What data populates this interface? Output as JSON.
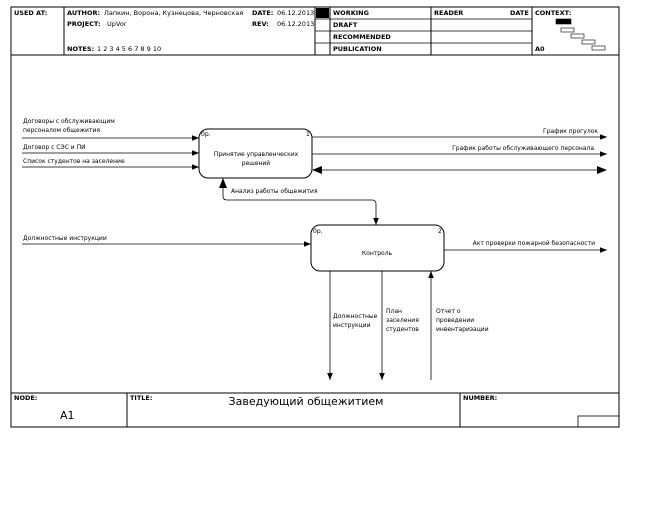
{
  "header": {
    "used_at_label": "USED AT:",
    "author_label": "AUTHOR:",
    "author": "Лапкин, Ворона, Кузнецова, Черновская",
    "project_label": "PROJECT:",
    "project": "UpVor",
    "notes_label": "NOTES:",
    "notes": "1 2 3 4 5 6 7 8 9 10",
    "date_label": "DATE:",
    "date": "06.12.2013",
    "rev_label": "REV:",
    "rev": "06.12.2013",
    "status": [
      "WORKING",
      "DRAFT",
      "RECOMMENDED",
      "PUBLICATION"
    ],
    "reader_label": "READER",
    "reader_date_label": "DATE",
    "context_label": "CONTEXT:",
    "context_node": "A0"
  },
  "footer": {
    "node_label": "NODE:",
    "node": "A1",
    "title_label": "TITLE:",
    "title": "Заведующий общежитием",
    "number_label": "NUMBER:"
  },
  "diagram": {
    "box1": {
      "cost_label": "0р.",
      "number": "1",
      "name_line1": "Принятие управленческих",
      "name_line2": "решений"
    },
    "box2": {
      "cost_label": "0р.",
      "number": "2",
      "name": "Контроль"
    },
    "inputs_box1": [
      {
        "line1": "Договоры с обслуживающим",
        "line2": "персоналом общежития"
      },
      {
        "line1": "Договор с СЭС и ПИ"
      },
      {
        "line1": "Список студентов на заселение"
      }
    ],
    "outputs_box1": [
      "График прогулок",
      "График работы обслуживающего персонала"
    ],
    "feedback_label": "Анализ работы общежития",
    "input_box2": "Должностные инструкции",
    "output_box2": "Акт проверки пожарной безопасности",
    "outputs_down": [
      {
        "line1": "Должностные",
        "line2": "инструкции"
      },
      {
        "line1": "План",
        "line2": "заселения",
        "line3": "студентов"
      },
      {
        "line1": "Отчет о",
        "line2": "проведении",
        "line3": "инвентаризации"
      }
    ]
  }
}
